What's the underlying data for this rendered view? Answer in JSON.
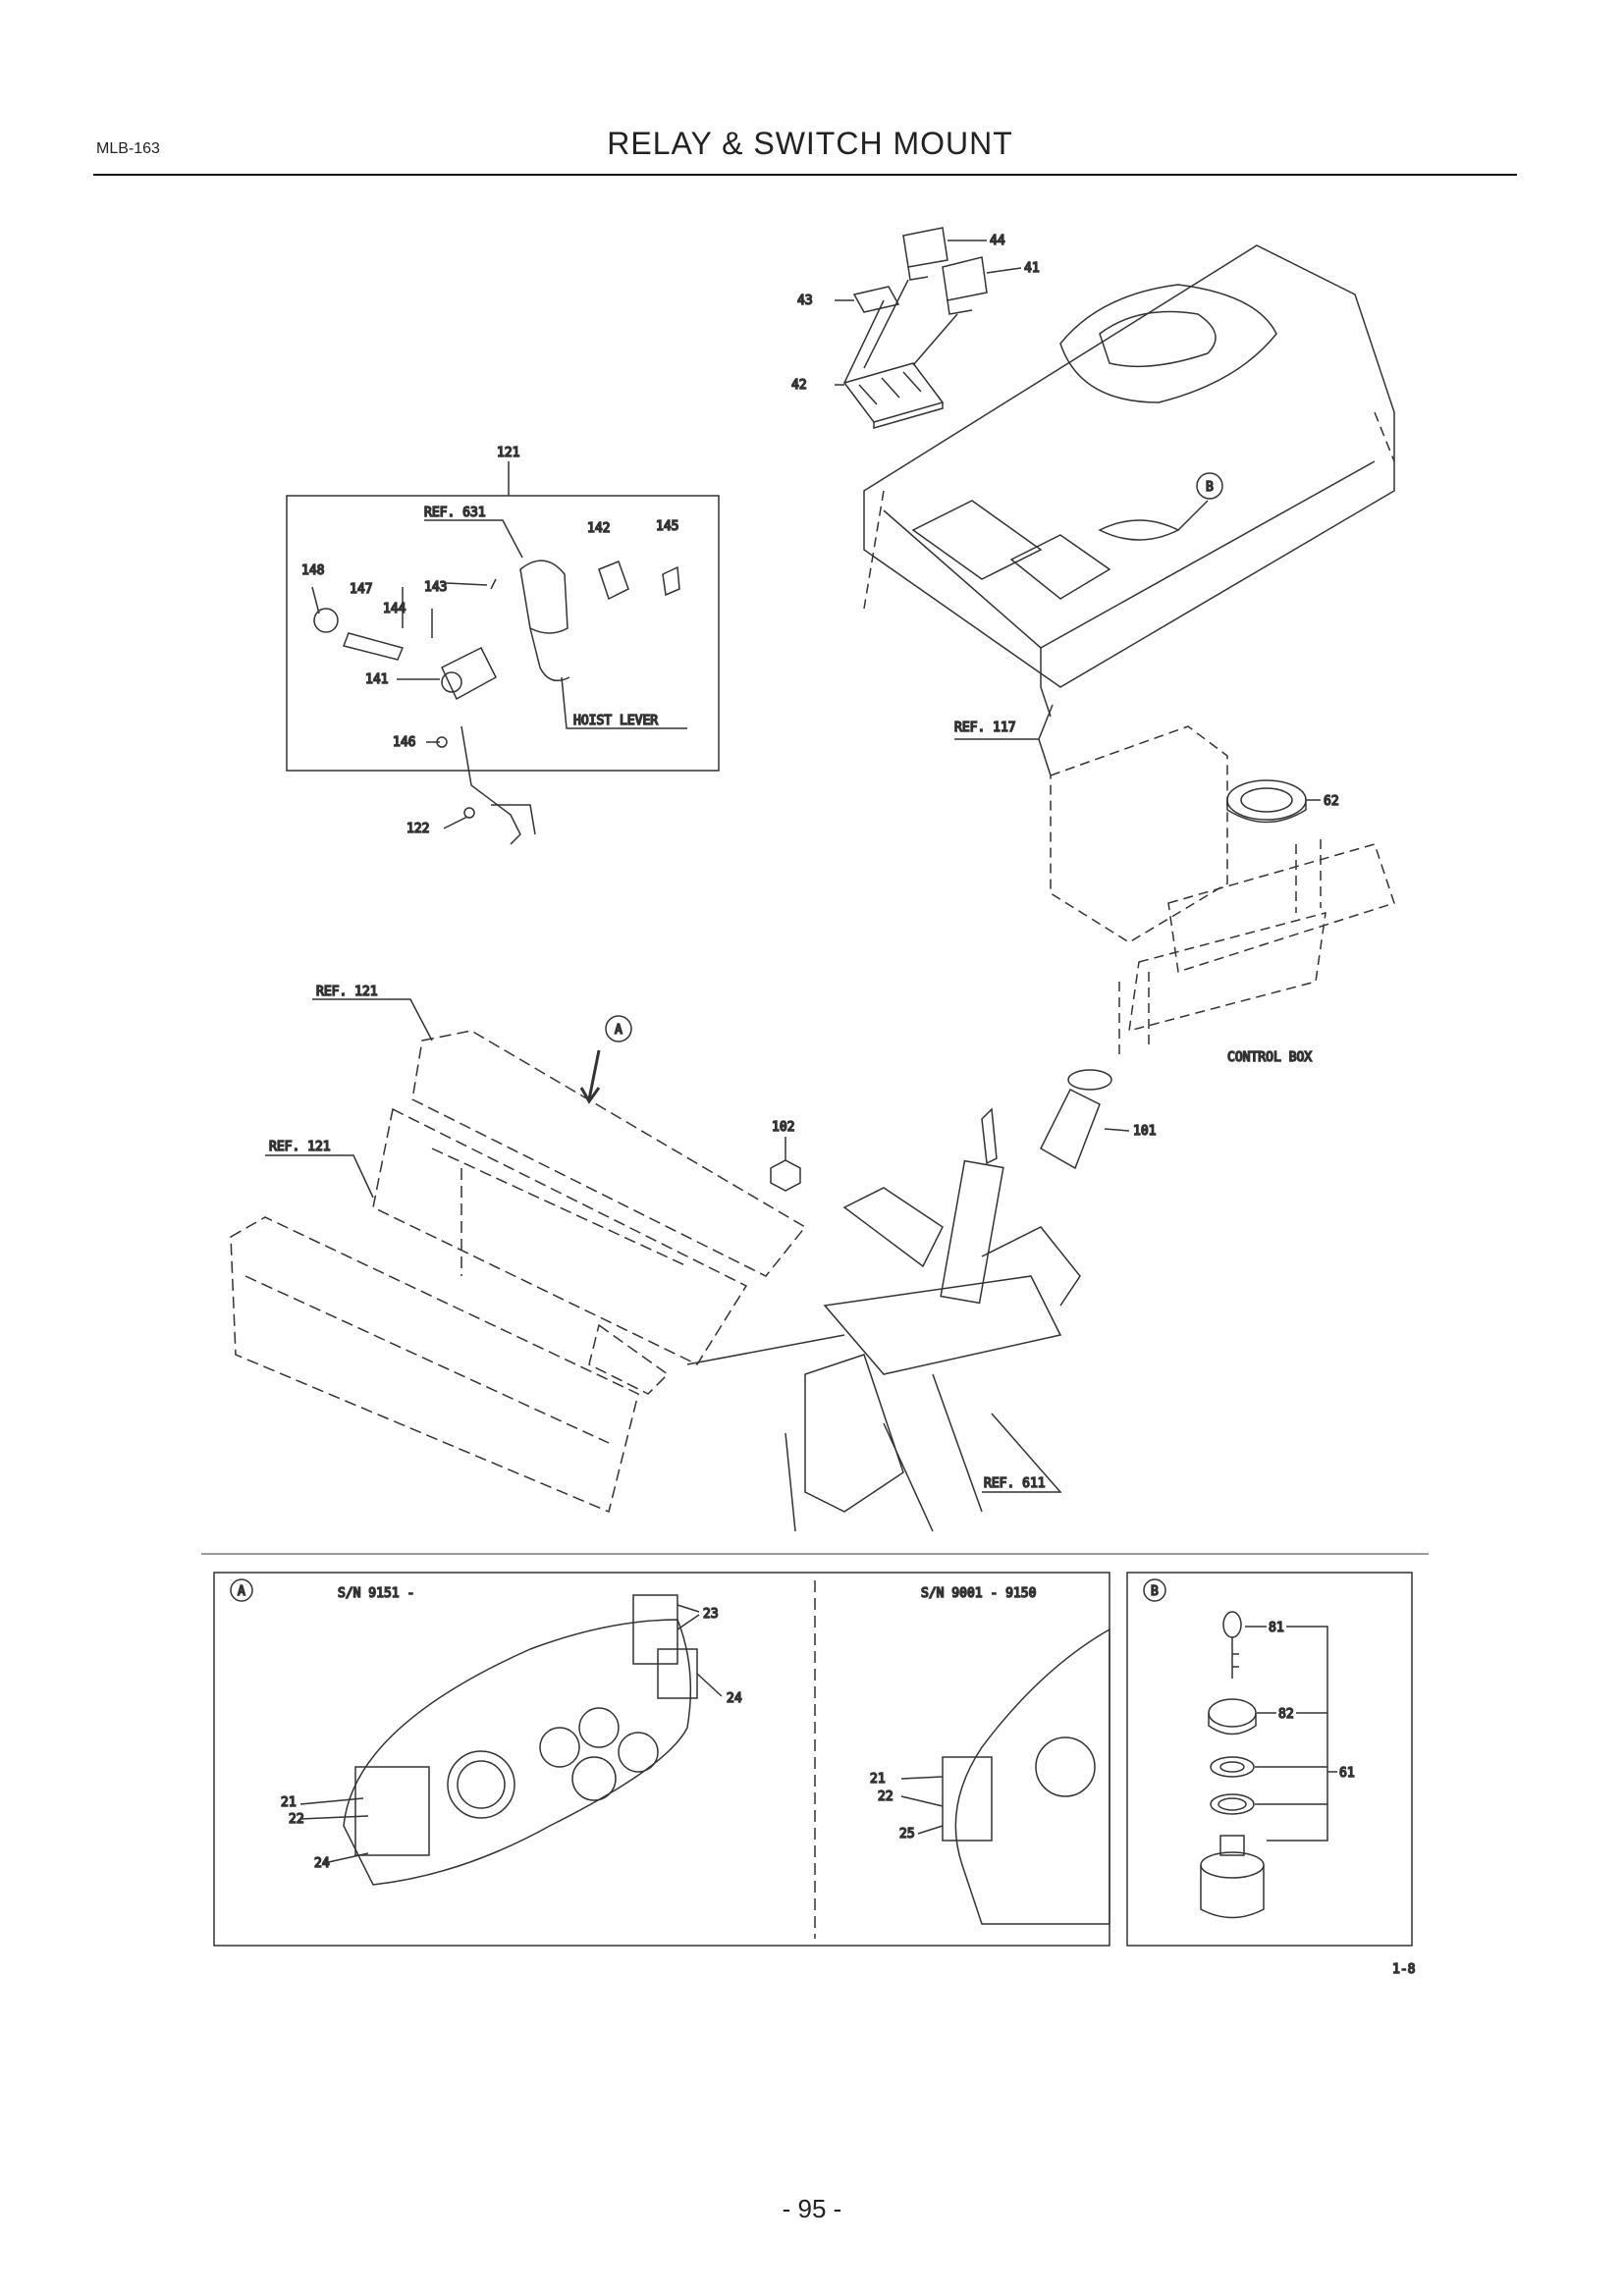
{
  "header": {
    "doc_code": "MLB-163",
    "title": "RELAY & SWITCH MOUNT"
  },
  "callouts": {
    "c44": "44",
    "c41": "41",
    "c43": "43",
    "c42": "42",
    "c121": "121",
    "ref631": "REF. 631",
    "c142": "142",
    "c145": "145",
    "c148": "148",
    "c147": "147",
    "c143": "143",
    "c144": "144",
    "c141": "141",
    "hoist": "HOIST LEVER",
    "c146": "146",
    "c122": "122",
    "ref117": "REF. 117",
    "c62": "62",
    "control_box": "CONTROL BOX",
    "ref121a": "REF. 121",
    "ref121b": "REF. 121",
    "c102": "102",
    "c101": "101",
    "ref611": "REF. 611",
    "markA": "A",
    "markB": "B"
  },
  "detail_a": {
    "mark": "A",
    "left_sn": "S/N 9151 -",
    "right_sn": "S/N 9001 - 9150",
    "l23": "23",
    "l24a": "24",
    "l21": "21",
    "l22": "22",
    "l24b": "24",
    "r21": "21",
    "r22": "22",
    "r25": "25"
  },
  "detail_b": {
    "mark": "B",
    "l81": "81",
    "l82": "82",
    "l61": "61"
  },
  "figure_ref": "1-8",
  "page_number": "- 95 -"
}
